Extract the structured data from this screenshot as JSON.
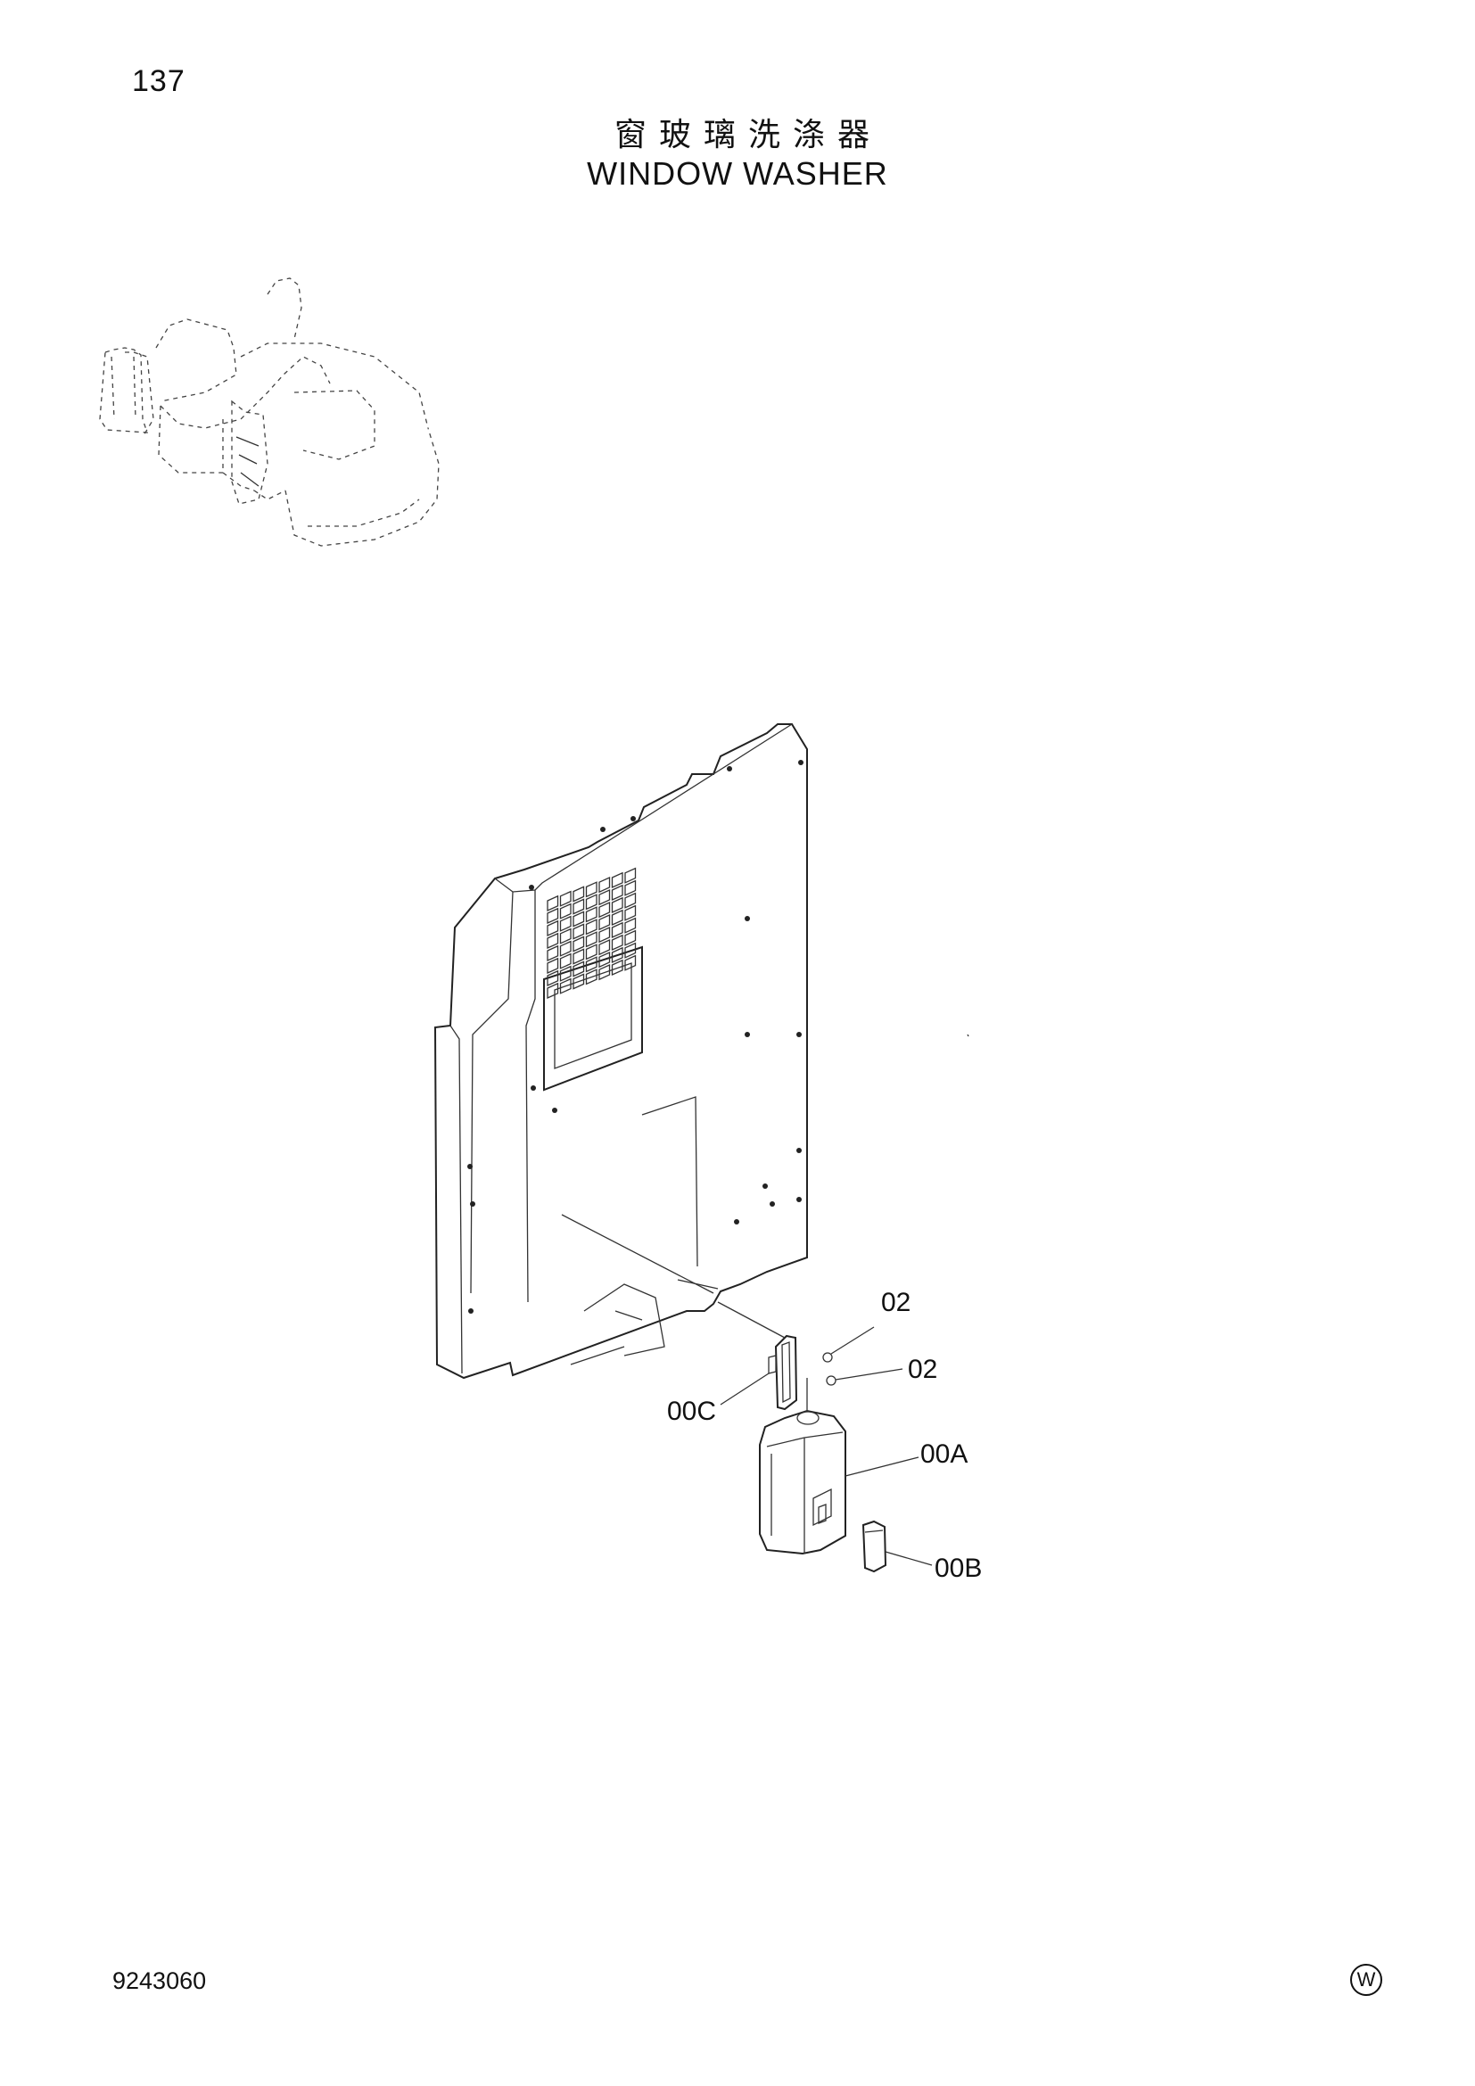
{
  "page": {
    "number": "137",
    "title_cn": "窗玻璃洗涤器",
    "title_en": "WINDOW WASHER",
    "drawing_number": "9243060",
    "corner_mark": "W"
  },
  "callouts": [
    {
      "id": "callout-02-upper",
      "label": "02"
    },
    {
      "id": "callout-02-lower",
      "label": "02"
    },
    {
      "id": "callout-00C",
      "label": "00C"
    },
    {
      "id": "callout-00A",
      "label": "00A"
    },
    {
      "id": "callout-00B",
      "label": "00B"
    }
  ]
}
